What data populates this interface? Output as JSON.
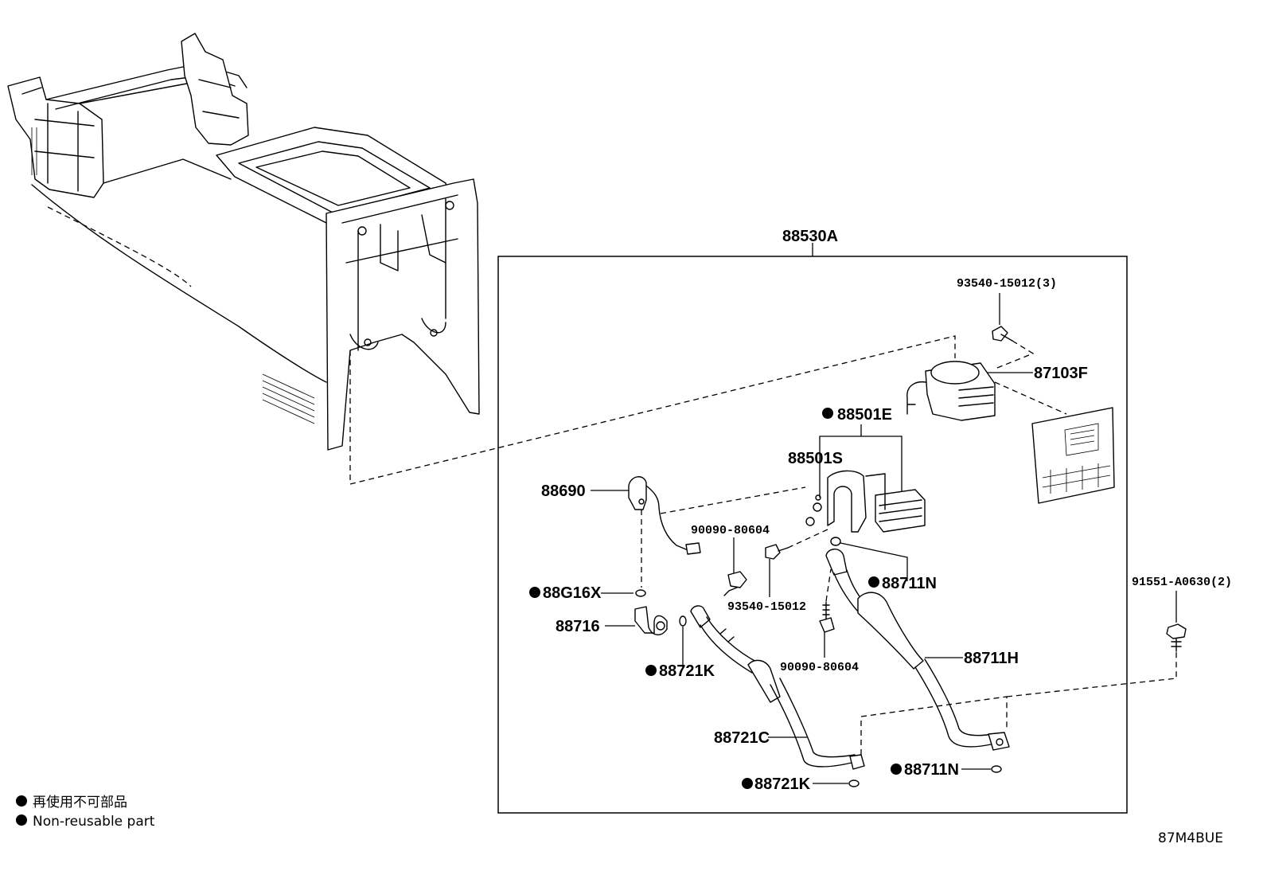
{
  "assembly": {
    "label": "88530A"
  },
  "parts": {
    "bolt_top": "93540-15012(3)",
    "p87103F": "87103F",
    "p88501E": "88501E",
    "p88501S": "88501S",
    "p88690": "88690",
    "p90090_upper": "90090-80604",
    "p88G16X": "88G16X",
    "p88716": "88716",
    "p93540_mid": "93540-15012",
    "p88711N_upper": "88711N",
    "p91551": "91551-A0630(2)",
    "p88711H": "88711H",
    "p90090_lower": "90090-80604",
    "p88721K_upper": "88721K",
    "p88721C": "88721C",
    "p88711N_lower": "88711N",
    "p88721K_lower": "88721K"
  },
  "legend": {
    "line_jp": "再使用不可部品",
    "line_en": "Non-reusable part"
  },
  "diagram_code": "87M4BUE"
}
